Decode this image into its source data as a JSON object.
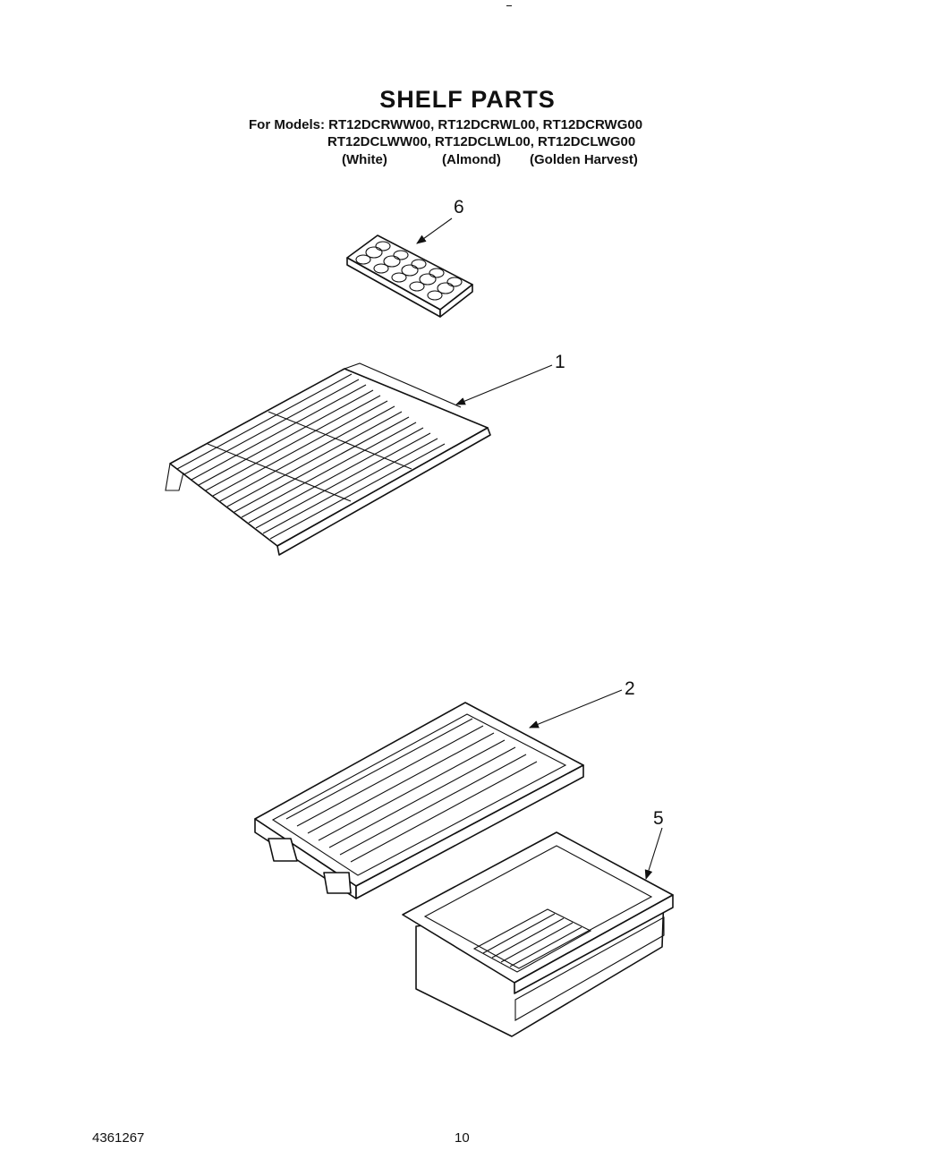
{
  "header": {
    "title": "SHELF PARTS",
    "models_line1": "For Models: RT12DCRWW00, RT12DCRWL00, RT12DCRWG00",
    "models_line2": "RT12DCLWW00, RT12DCLWL00, RT12DCLWG00",
    "colors": [
      "(White)",
      "(Almond)",
      "(Golden Harvest)"
    ]
  },
  "callouts": [
    {
      "number": "6",
      "part": "ice-cube-tray"
    },
    {
      "number": "1",
      "part": "wire-shelf"
    },
    {
      "number": "2",
      "part": "crisper-cover"
    },
    {
      "number": "5",
      "part": "crisper-pan"
    }
  ],
  "footer": {
    "doc_number": "4361267",
    "page_number": "10"
  }
}
